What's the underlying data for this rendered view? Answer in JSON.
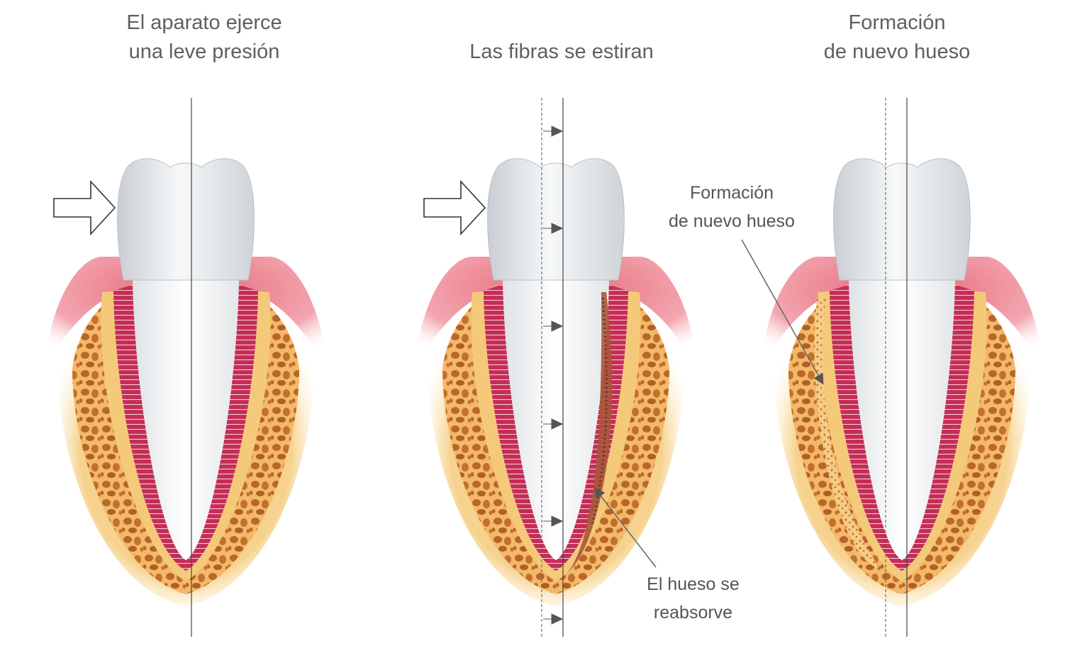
{
  "panels": [
    {
      "title_line1": "El aparato ejerce",
      "title_line2": "una leve presión"
    },
    {
      "title_line1": "Las fibras se estiran"
    },
    {
      "title_line1": "Formación",
      "title_line2": "de nuevo hueso"
    }
  ],
  "annotations": {
    "new_bone": {
      "line1": "Formación",
      "line2": "de nuevo hueso"
    },
    "resorption": {
      "line1": "El hueso se",
      "line2": "reabsorve"
    }
  },
  "colors": {
    "gum": "#e8707f",
    "bone": "#f2b366",
    "bone_pore": "#b8662a",
    "ligament": "#c42d55",
    "tooth": "#eef1f3",
    "resorbed_bone": "#a9563a"
  }
}
